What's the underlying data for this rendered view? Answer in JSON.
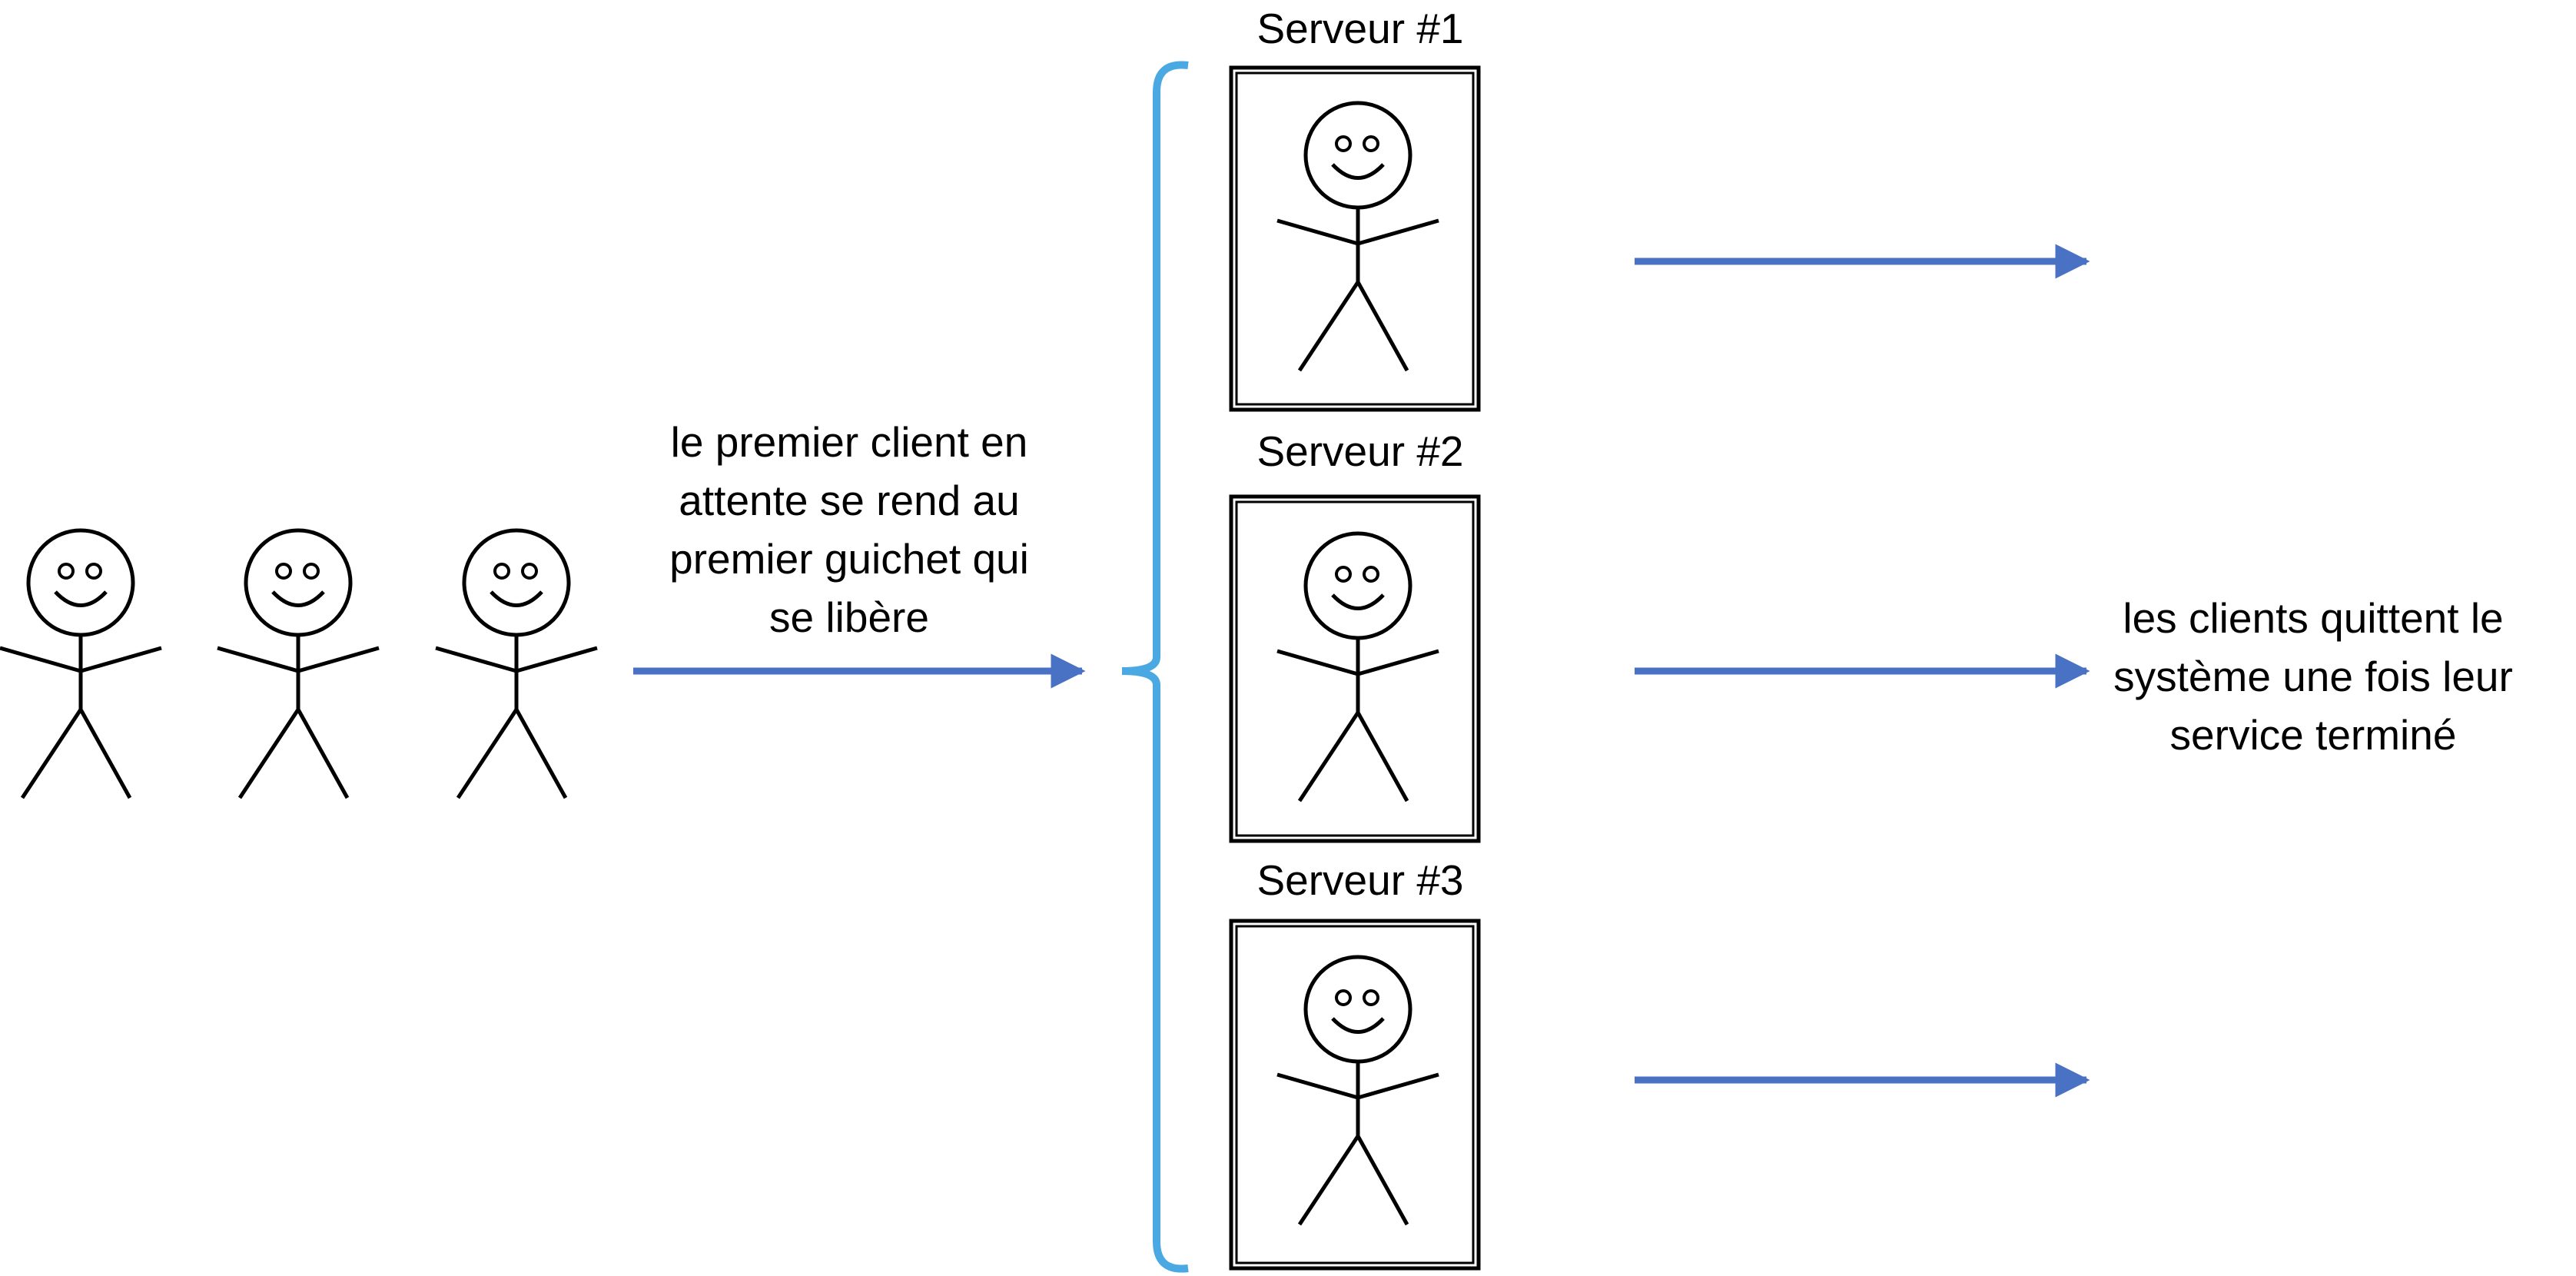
{
  "queue": {
    "waiting_clients": 3,
    "note": [
      "le premier client en",
      "attente se rend au",
      "premier guichet qui",
      "se libère"
    ]
  },
  "servers": [
    {
      "title": "Serveur #1"
    },
    {
      "title": "Serveur #2"
    },
    {
      "title": "Serveur #3"
    }
  ],
  "exit": {
    "note": [
      "les clients quittent le",
      "système une fois leur",
      "service terminé"
    ]
  },
  "colors": {
    "arrow": "#4a72c4",
    "brace": "#4aa9e2",
    "stroke": "#000000",
    "background": "#ffffff"
  }
}
